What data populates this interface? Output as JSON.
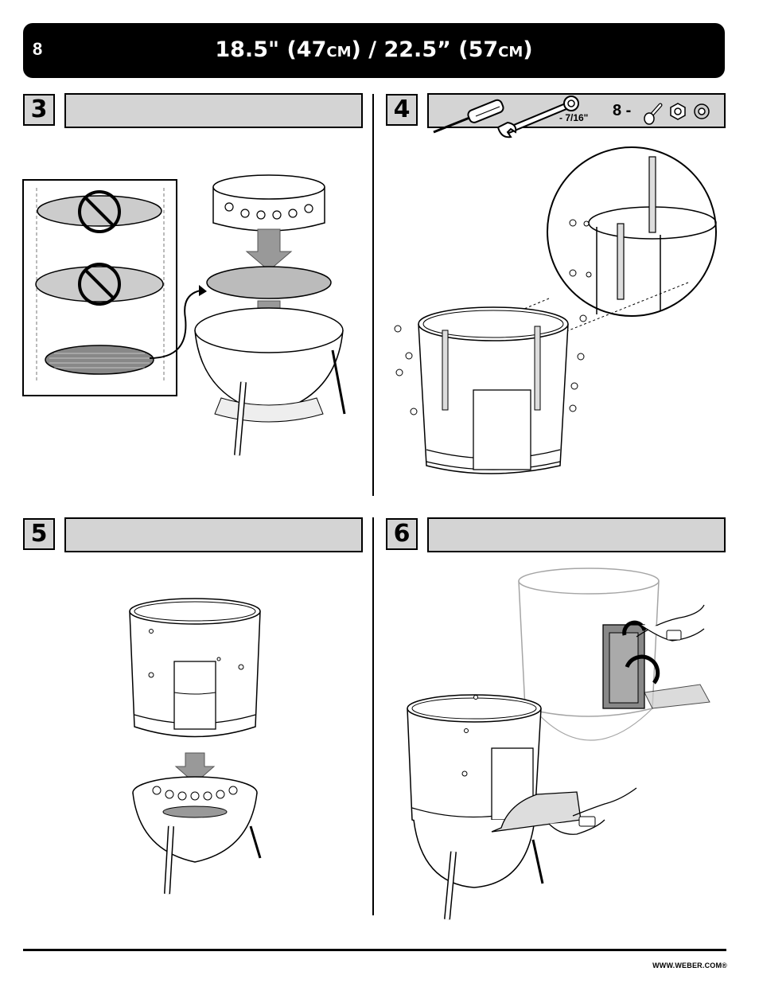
{
  "header": {
    "page_number": "8",
    "title_part1": "18.5\" (47",
    "title_unit1": "CM",
    "title_part2": ") / 22.5” (57",
    "title_unit2": "CM",
    "title_part3": ")"
  },
  "steps": [
    {
      "number": "3"
    },
    {
      "number": "4"
    },
    {
      "number": "5"
    },
    {
      "number": "6"
    }
  ],
  "step4": {
    "wrench_size": "- 7/16\"",
    "hardware_count": "8 -"
  },
  "footer": {
    "url": "WWW.WEBER.COM®"
  },
  "colors": {
    "header_bg": "#000000",
    "step_bar_bg": "#d4d4d4"
  }
}
